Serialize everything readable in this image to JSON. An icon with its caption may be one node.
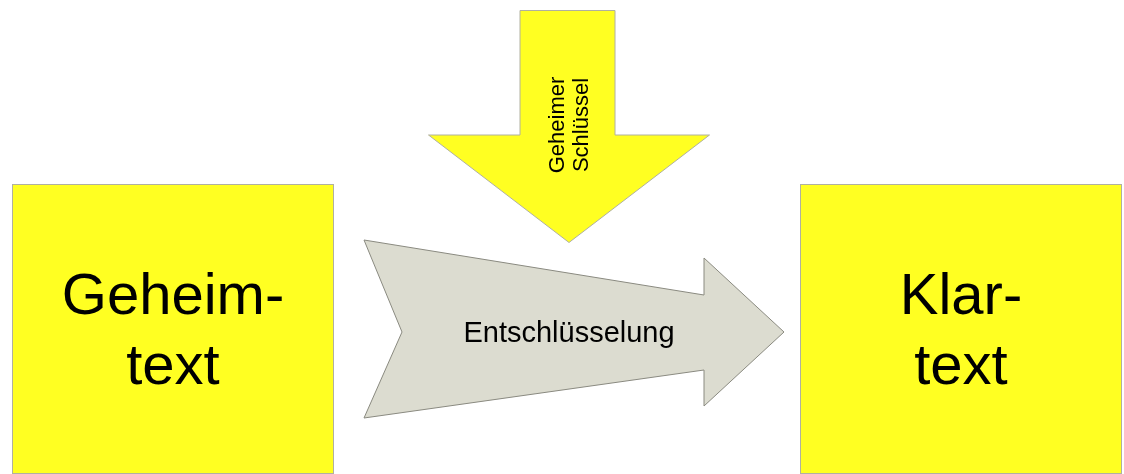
{
  "diagram": {
    "nodes": [
      {
        "text": [
          "Geheim- text"
        ]
      },
      {
        "text": [
          "Klar- text"
        ]
      },
      {
        "text": [
          "Geheimer Schlüssel"
        ]
      }
    ],
    "edges": [
      {
        "from": 0,
        "to": 1,
        "arrow": "to",
        "label": "Entschlüsselung",
        "style": "thick"
      }
    ]
  }
}
